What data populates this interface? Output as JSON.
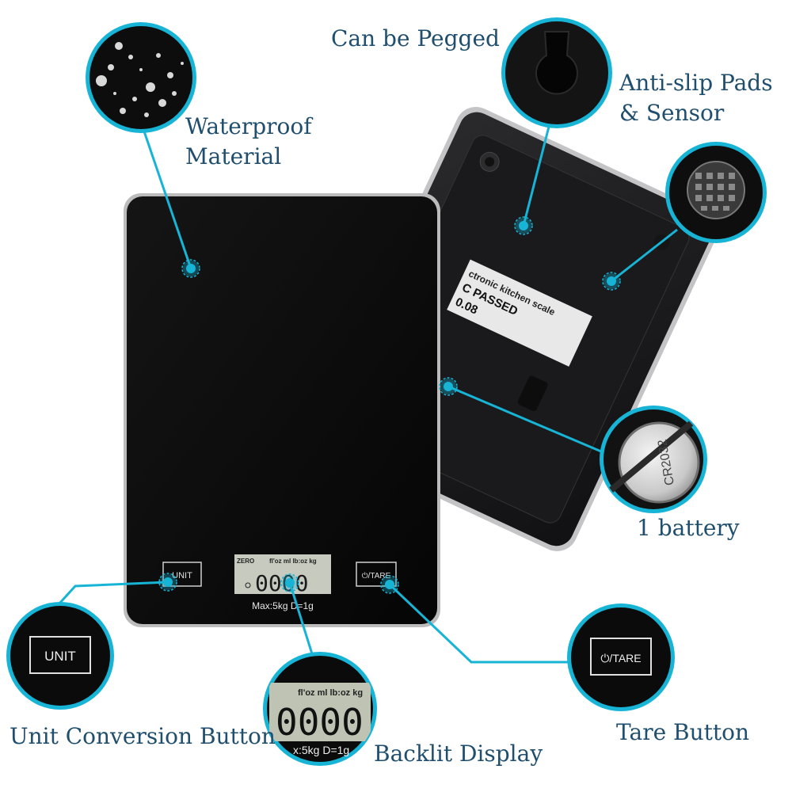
{
  "colors": {
    "accent": "#17b4d6",
    "label_text": "#1f4e6e",
    "scale_body": "#0c0c0c",
    "scale_back": "#1d1d1f",
    "background": "#ffffff",
    "lcd_bg": "#bfc3b4"
  },
  "callouts": {
    "waterproof": {
      "line1": "Waterproof",
      "line2": "Material",
      "icon": "water-droplets-icon"
    },
    "pegged": {
      "label": "Can be Pegged",
      "icon": "keyhole-icon"
    },
    "antislip": {
      "line1": "Anti-slip Pads",
      "line2": "& Sensor",
      "icon": "rubber-pad-icon"
    },
    "battery": {
      "label": "1 battery",
      "icon": "coin-battery-icon"
    },
    "unit": {
      "label": "Unit Conversion Button",
      "button_text": "UNIT"
    },
    "display": {
      "label": "Backlit Display"
    },
    "tare": {
      "label": "Tare Button",
      "button_text": "⏻/TARE"
    }
  },
  "scale": {
    "unit_button": "UNIT",
    "tare_button": "⏻/TARE",
    "lcd_zero": "ZERO",
    "lcd_units": "fl'oz ml lb:oz kg",
    "lcd_digits": "0000",
    "capacity": "Max:5kg D=1g",
    "sticker_line1": "ctronic kitchen scale",
    "sticker_line2": "C PASSED",
    "sticker_line3": "0.08"
  },
  "zoom_display": {
    "units": "fl'oz ml lb:oz kg",
    "digits": "0000",
    "capacity": "x:5kg D=1g"
  },
  "battery_text": "CR2032"
}
